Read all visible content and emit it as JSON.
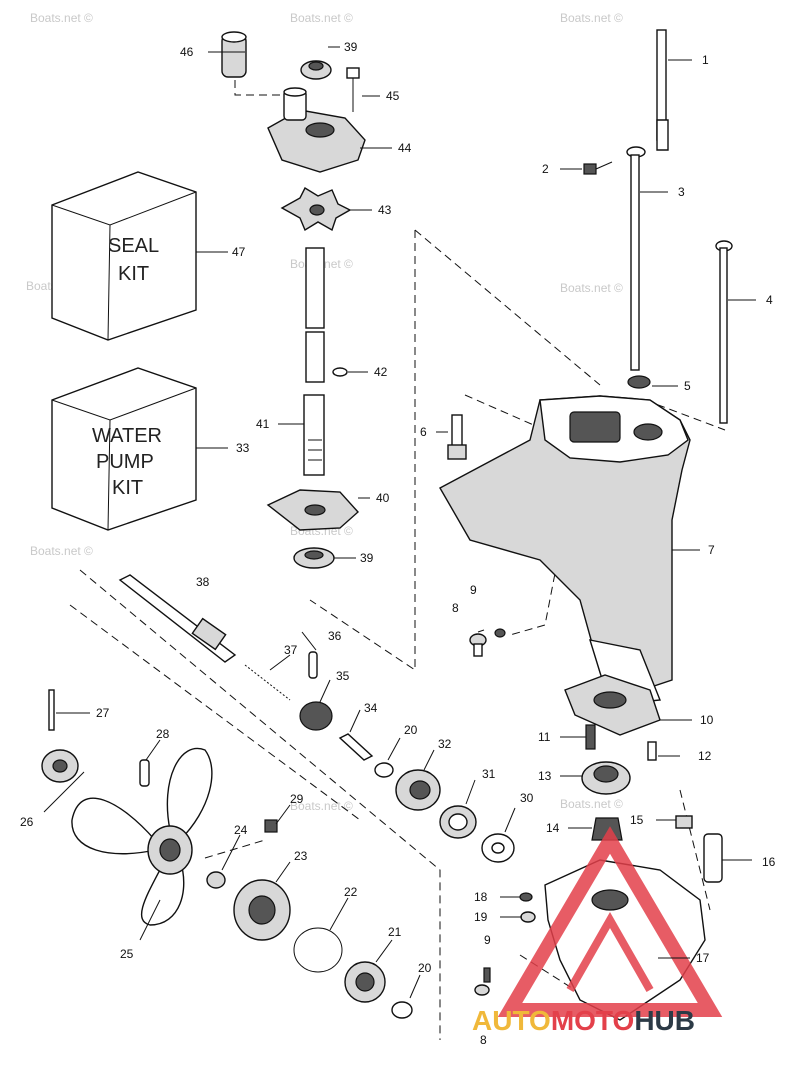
{
  "callouts": {
    "c1": "1",
    "c2": "2",
    "c3": "3",
    "c4": "4",
    "c5": "5",
    "c6": "6",
    "c7": "7",
    "c8a": "8",
    "c8b": "8",
    "c9a": "9",
    "c9b": "9",
    "c10": "10",
    "c11": "11",
    "c12": "12",
    "c13": "13",
    "c14": "14",
    "c15": "15",
    "c16": "16",
    "c17": "17",
    "c18": "18",
    "c19": "19",
    "c20a": "20",
    "c20b": "20",
    "c21": "21",
    "c22": "22",
    "c23": "23",
    "c24": "24",
    "c25": "25",
    "c26": "26",
    "c27": "27",
    "c28": "28",
    "c29": "29",
    "c30": "30",
    "c31": "31",
    "c32": "32",
    "c33": "33",
    "c34": "34",
    "c35": "35",
    "c36": "36",
    "c37": "37",
    "c38": "38",
    "c39a": "39",
    "c39b": "39",
    "c40": "40",
    "c41": "41",
    "c42": "42",
    "c43": "43",
    "c44": "44",
    "c45": "45",
    "c46": "46",
    "c47": "47"
  },
  "boxes": {
    "seal_line1": "SEAL",
    "seal_line2": "KIT",
    "pump_line1": "WATER",
    "pump_line2": "PUMP",
    "pump_line3": "KIT"
  },
  "watermark": "Boats.net ©",
  "logo": {
    "part1": "AUTO",
    "part2": "MOTO",
    "part3": "HUB"
  },
  "colors": {
    "logo_red": "#e3404a",
    "logo_yellow": "#f0b83a",
    "logo_dark": "#2c3a46",
    "line": "#111111"
  }
}
